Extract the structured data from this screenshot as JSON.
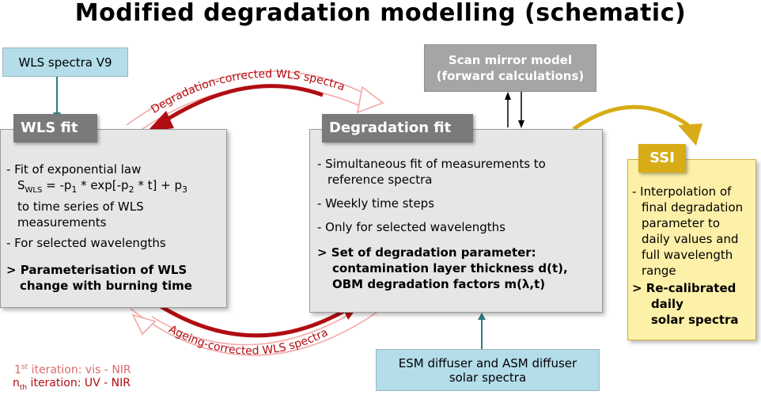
{
  "title": "Modified degradation modelling (schematic)",
  "wls_spectra": "WLS spectra V9",
  "wls_fit": {
    "header": "WLS fit",
    "item1_line1": "- Fit of exponential law",
    "item1_sym": "S",
    "item1_sym_sub": "WLS",
    "item1_eq_a": " = -p",
    "item1_sub1": "1",
    "item1_eq_b": " * exp[-p",
    "item1_sub2": "2",
    "item1_eq_c": " * t] + p",
    "item1_sub3": "3",
    "item1_line3": "to time series of WLS",
    "item1_line4": "measurements",
    "item2": "- For selected wavelengths",
    "result_line1": "> Parameterisation of WLS",
    "result_line2": "change with burning time"
  },
  "degradation_fit": {
    "header": "Degradation fit",
    "item1_line1": "- Simultaneous fit of measurements to",
    "item1_line2": "reference spectra",
    "item2": "- Weekly time steps",
    "item3": "- Only for selected wavelengths",
    "result_line1": "> Set of degradation parameter:",
    "result_line2": "contamination layer thickness d(t),",
    "result_line3": "OBM degradation factors m(λ,t)"
  },
  "scan_mirror": {
    "line1": "Scan mirror model",
    "line2": "(forward calculations)"
  },
  "ssi": {
    "header": "SSI",
    "item1_line1": "- Interpolation of",
    "item1_line2": "final degradation",
    "item1_line3": "parameter to",
    "item1_line4": "daily values and",
    "item1_line5": "full wavelength",
    "item1_line6": "range",
    "result_line1": "> Re-calibrated",
    "result_line2": "daily",
    "result_line3": "solar spectra"
  },
  "esm": {
    "line1": "ESM diffuser and ASM diffuser",
    "line2": "solar spectra"
  },
  "arc_top_label": "Degradation-corrected WLS spectra",
  "arc_bottom_label": "Ageing-corrected WLS spectra",
  "legend": {
    "first_prefix": "1",
    "first_sup": "st",
    "first_text": " iteration: vis - NIR",
    "nth_prefix": "n",
    "nth_sup": "th",
    "nth_text": " iteration: UV - NIR"
  },
  "colors": {
    "dark_red": "#b00d12",
    "light_red": "#f4a7a7",
    "cyan_box": "#b3dde9",
    "teal_arrow": "#2f7b82",
    "gold": "#d8ac16"
  }
}
